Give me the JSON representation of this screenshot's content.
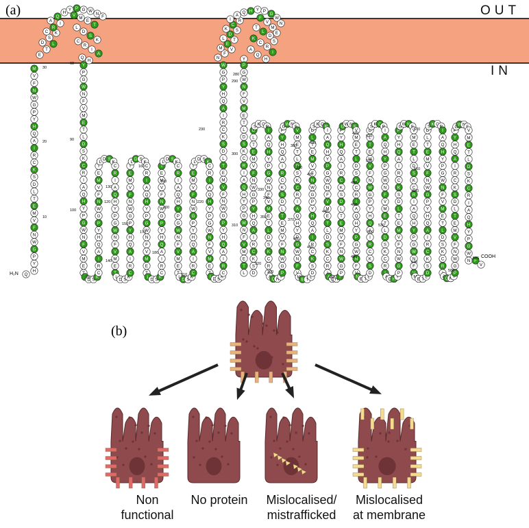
{
  "panel_a": {
    "label": "(a)",
    "out_label": "OUT",
    "in_label": "IN",
    "n_terminus": "H₂N",
    "c_terminus": "COOH",
    "residue_numbers": [
      "10",
      "20",
      "30",
      "60",
      "90",
      "100",
      "110",
      "120",
      "130",
      "140",
      "150",
      "160",
      "170",
      "180",
      "190",
      "200",
      "210",
      "220",
      "230",
      "280",
      "290",
      "300",
      "310",
      "320",
      "330",
      "340",
      "350",
      "360",
      "370",
      "380",
      "390",
      "400",
      "410",
      "420",
      "430",
      "440",
      "450",
      "460",
      "470",
      "480",
      "490",
      "500",
      "510",
      "520",
      "530",
      "540",
      "550",
      "560",
      "570",
      "580",
      "585"
    ]
  },
  "panel_b": {
    "label": "(b)",
    "outcomes": [
      {
        "line1": "Non",
        "line2": "functional"
      },
      {
        "line1": "No protein",
        "line2": ""
      },
      {
        "line1": "Mislocalised/",
        "line2": "mistrafficked"
      },
      {
        "line1": "Mislocalised",
        "line2": "at membrane"
      }
    ]
  },
  "colors": {
    "membrane": "#f4a27f",
    "highlight_residue": "#2e9b1a",
    "cell_body": "#8e4a4c",
    "nucleus": "#6d3336",
    "normal_protein": "#e8b27c",
    "nonfunctional_protein": "#e06a6a",
    "mislocalised_protein": "#f3dc90"
  }
}
